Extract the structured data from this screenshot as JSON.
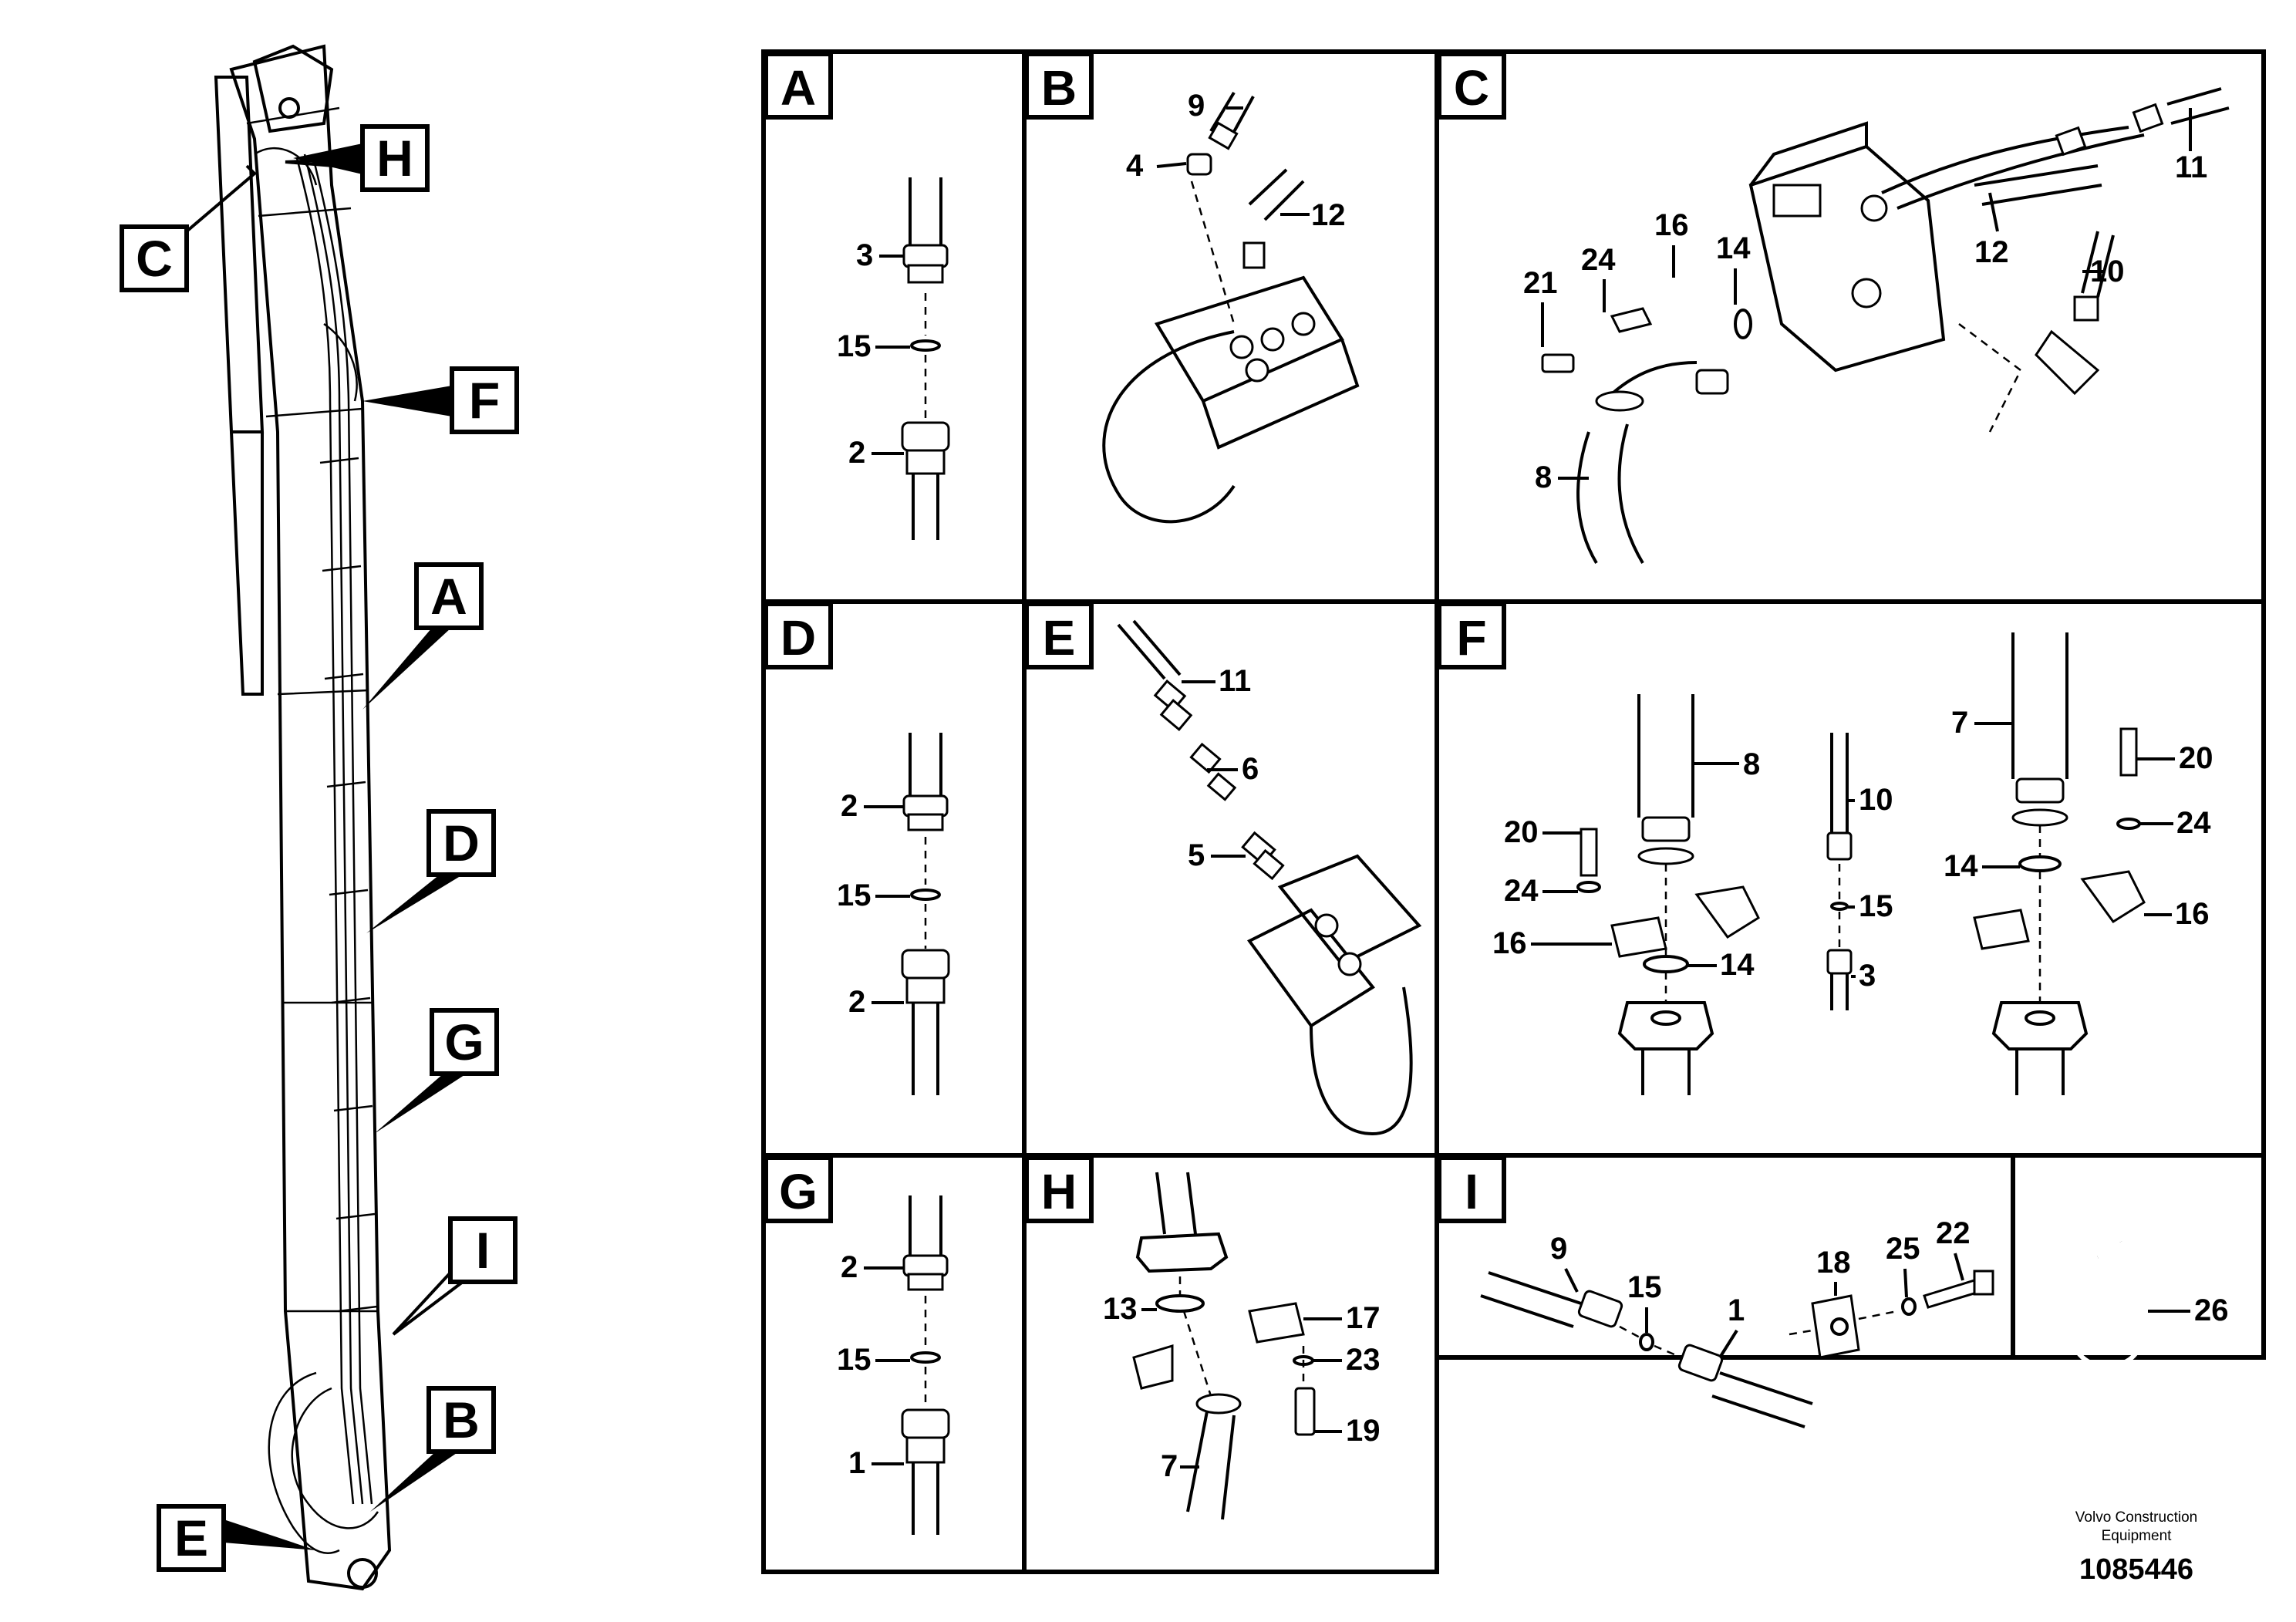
{
  "overview_callouts": [
    "C",
    "H",
    "F",
    "A",
    "D",
    "G",
    "I",
    "B",
    "E"
  ],
  "panels": [
    {
      "letter": "A",
      "labels": [
        "3",
        "15",
        "2"
      ]
    },
    {
      "letter": "B",
      "labels": [
        "9",
        "4",
        "12"
      ]
    },
    {
      "letter": "C",
      "labels": [
        "11",
        "12",
        "10",
        "21",
        "24",
        "16",
        "14",
        "8"
      ]
    },
    {
      "letter": "D",
      "labels": [
        "2",
        "15",
        "2"
      ]
    },
    {
      "letter": "E",
      "labels": [
        "11",
        "6",
        "5"
      ]
    },
    {
      "letter": "F",
      "labels": [
        "8",
        "7",
        "20",
        "10",
        "20",
        "24",
        "24",
        "14",
        "15",
        "16",
        "16",
        "14",
        "3"
      ]
    },
    {
      "letter": "G",
      "labels": [
        "2",
        "15",
        "1"
      ]
    },
    {
      "letter": "H",
      "labels": [
        "13",
        "17",
        "23",
        "19",
        "7"
      ]
    },
    {
      "letter": "I",
      "labels": [
        "9",
        "15",
        "1",
        "18",
        "25",
        "22"
      ]
    },
    {
      "letter": "",
      "labels": [
        "26"
      ]
    }
  ],
  "footer": {
    "brand_line1": "Volvo Construction",
    "brand_line2": "Equipment",
    "drawing_number": "1085446"
  }
}
